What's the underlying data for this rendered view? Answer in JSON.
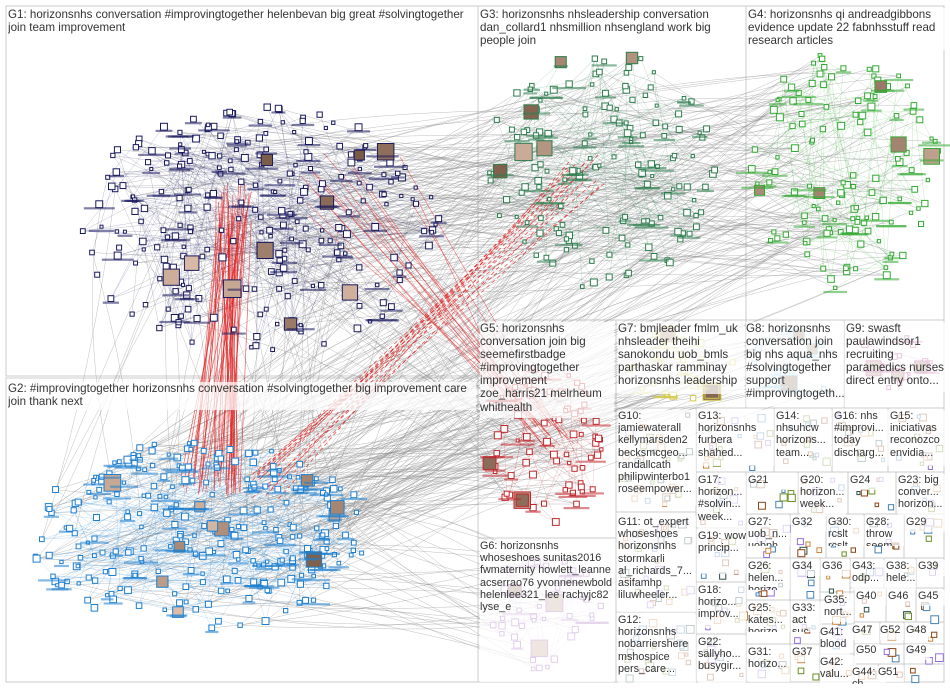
{
  "groups": {
    "g1": {
      "text": "G1: horizonsnhs conversation #improvingtogether helenbevan big great #solvingtogether join team improvement",
      "color": "#1a1a5e"
    },
    "g2": {
      "text": "G2: #improvingtogether horizonsnhs conversation #solvingtogether big improvement care join thank next",
      "color": "#1e7fd0"
    },
    "g3": {
      "text": "G3: horizonsnhs nhsleadership conversation dan_collard1 nhsmillion nhsengland work big people join",
      "color": "#2e7d4f"
    },
    "g4": {
      "text": "G4: horizonsnhs qi andreadgibbons evidence update 22 fabnhsstuff read research articles",
      "color": "#33aa33"
    },
    "g5": {
      "text": "G5: horizonsnhs conversation join big seemefirstbadge #improvingtogether improvement zoe_harris21 melrheum whithealth",
      "color": "#c0282d"
    },
    "g6": {
      "text": "G6: horizonsnhs whoseshoes sunitas2016 fwmaternity howlett_leanne acserrao76 yvonnenewbold helenlee321_lee rachyjc82 lyse_e"
    },
    "g7": {
      "text": "G7: bmjleader fmlm_uk nhsleader theihi sanokondu uob_bmls parthaskar ramminay horizonsnhs leadership"
    },
    "g8": {
      "text": "G8: horizonsnhs conversation join big nhs aqua_nhs #solvingtogether support #improvingtogeth..."
    },
    "g9": {
      "text": "G9: swasft paulawindsor1 recruiting paramedics nurses direct entry onto..."
    },
    "g10": {
      "text": "G10: jamiewaterall kellymarsden2 becksmcgeo... randallcath philipwinterbo1 roseempower..."
    },
    "g11": {
      "text": "G11: ot_expert whoseshoes horizonsnhs stormkarli al_richards_7... asifamhp liluwheeler..."
    },
    "g12": {
      "text": "G12: horizonsnhs nobarriershere mshospice pers_care..."
    },
    "g13": {
      "text": "G13: horizonsnhs furbera shahed..."
    },
    "g14": {
      "text": "G14: nhsuhcw horizons... team..."
    },
    "g15": {
      "text": "G15: iniciativas reconozco envidia..."
    },
    "g16": {
      "text": "G16: nhs #improvi... today discharg..."
    },
    "g17": {
      "text": "G17: horizon... #solvin... week..."
    },
    "g18": {
      "text": "G18: horizo... improv..."
    },
    "g19": {
      "text": "G19: wow princip..."
    },
    "g20": {
      "text": "G20: horizon... week..."
    },
    "g21": {
      "text": "G21"
    },
    "g22": {
      "text": "G22: sallyho... busygir..."
    },
    "g23": {
      "text": "G23: big conver... horizon..."
    },
    "g24": {
      "text": "G24"
    },
    "g25": {
      "text": "G25: kates... horizo..."
    },
    "g26": {
      "text": "G26: helen... horizo..."
    },
    "g27": {
      "text": "G27: uob_n... uobph..."
    },
    "g28": {
      "text": "G28: throw seem..."
    },
    "g29": {
      "text": "G29"
    },
    "g30": {
      "text": "G30: rcslt rcslt..."
    },
    "g31": {
      "text": "G31: horizo..."
    },
    "g32": {
      "text": "G32"
    },
    "g33": {
      "text": "G33: act suc..."
    },
    "g34": {
      "text": "G34"
    },
    "g35": {
      "text": "G35: nort..."
    },
    "g36": {
      "text": "G36"
    },
    "g37": {
      "text": "G37"
    },
    "g38": {
      "text": "G38: hele..."
    },
    "g39": {
      "text": "G39"
    },
    "g40": {
      "text": "G40"
    },
    "g41": {
      "text": "G41: blood"
    },
    "g42": {
      "text": "G42: valu..."
    },
    "g43": {
      "text": "G43: odp..."
    },
    "g44": {
      "text": "G44: ch..."
    },
    "g45": {
      "text": "G45"
    },
    "g46": {
      "text": "G46"
    },
    "g47": {
      "text": "G47"
    },
    "g48": {
      "text": "G48"
    },
    "g49": {
      "text": "G49"
    },
    "g50": {
      "text": "G50"
    },
    "g51": {
      "text": "G51"
    },
    "g52": {
      "text": "G52"
    }
  },
  "colors": {
    "edge": "#8a8a8a",
    "edge_red": "#e02020",
    "g6": "#9b59b6",
    "g7": "#d4c94a",
    "g8": "#7ec8e3",
    "g9": "#b03a8c"
  }
}
